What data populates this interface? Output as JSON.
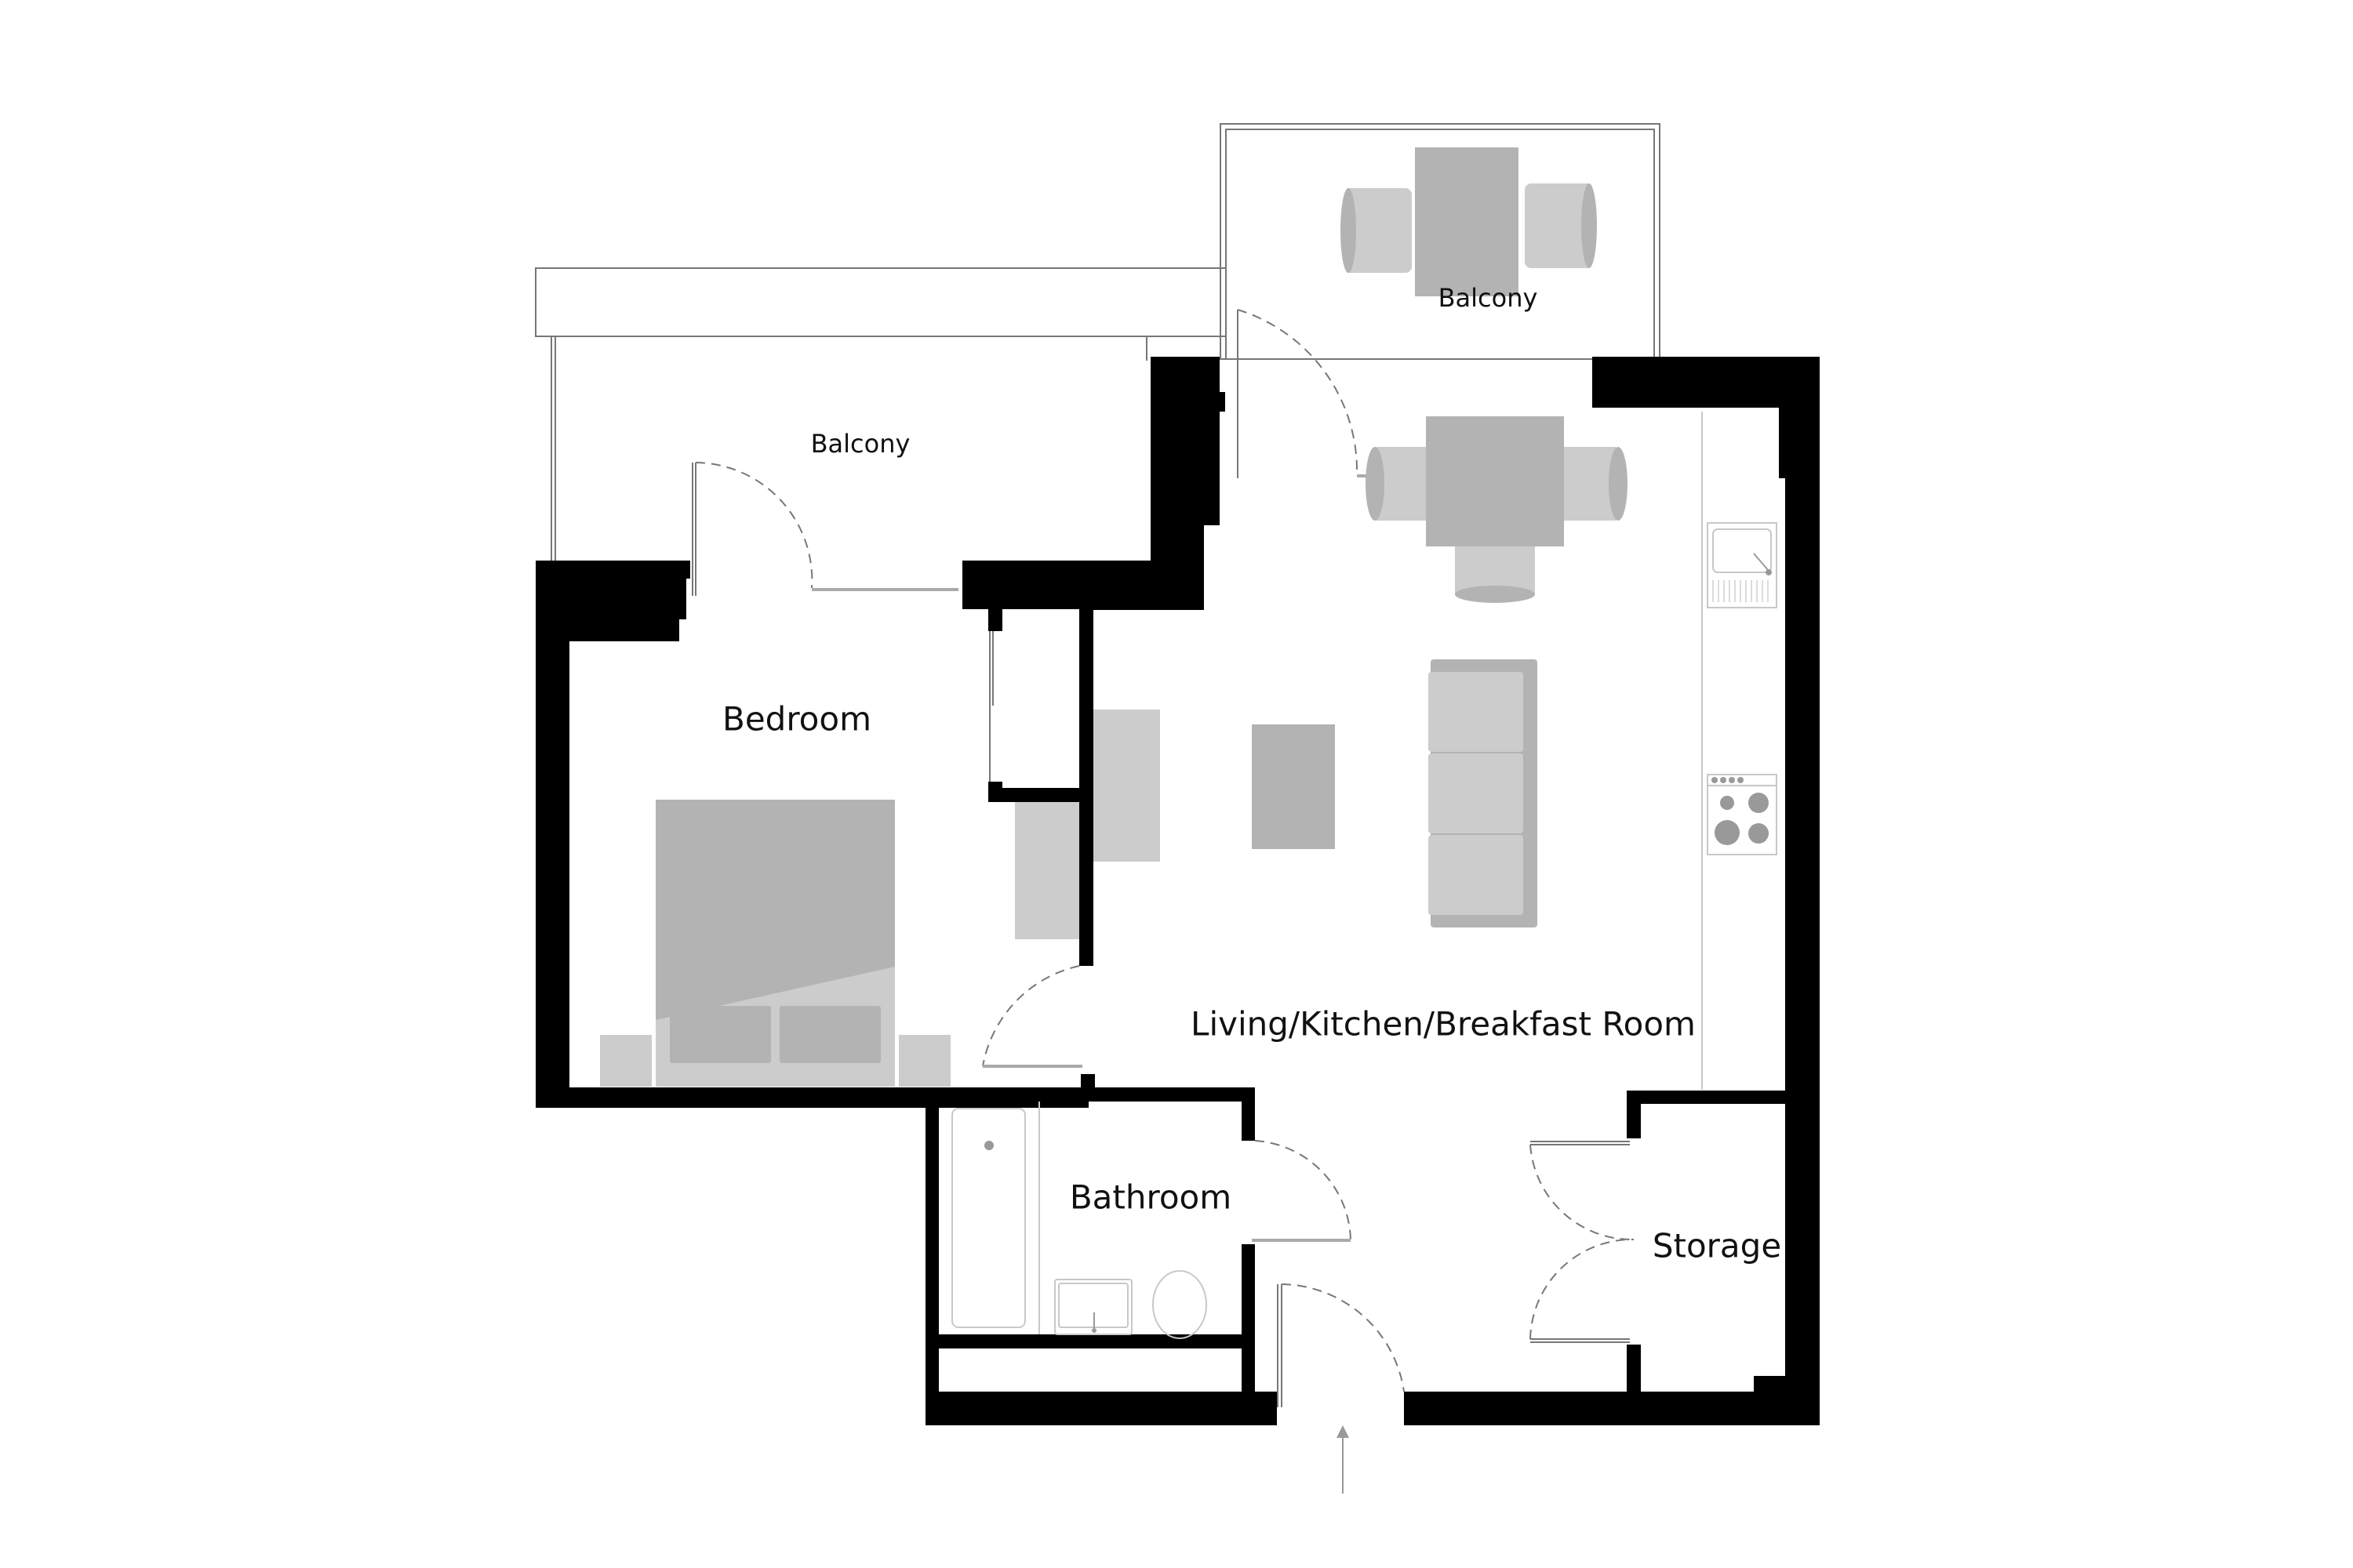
{
  "floorplan": {
    "rooms": [
      {
        "id": "balcony_top",
        "label": "Balcony"
      },
      {
        "id": "balcony_left",
        "label": "Balcony"
      },
      {
        "id": "bedroom",
        "label": "Bedroom"
      },
      {
        "id": "living",
        "label": "Living/Kitchen/Breakfast Room"
      },
      {
        "id": "bathroom",
        "label": "Bathroom"
      },
      {
        "id": "storage",
        "label": "Storage"
      }
    ],
    "entrance_marker": "arrow-up-icon",
    "colors": {
      "wall": "#000000",
      "furniture_dark": "#b3b3b3",
      "furniture_light": "#cccccc",
      "fixture_line": "#c8c8c8",
      "background": "#ffffff"
    }
  }
}
